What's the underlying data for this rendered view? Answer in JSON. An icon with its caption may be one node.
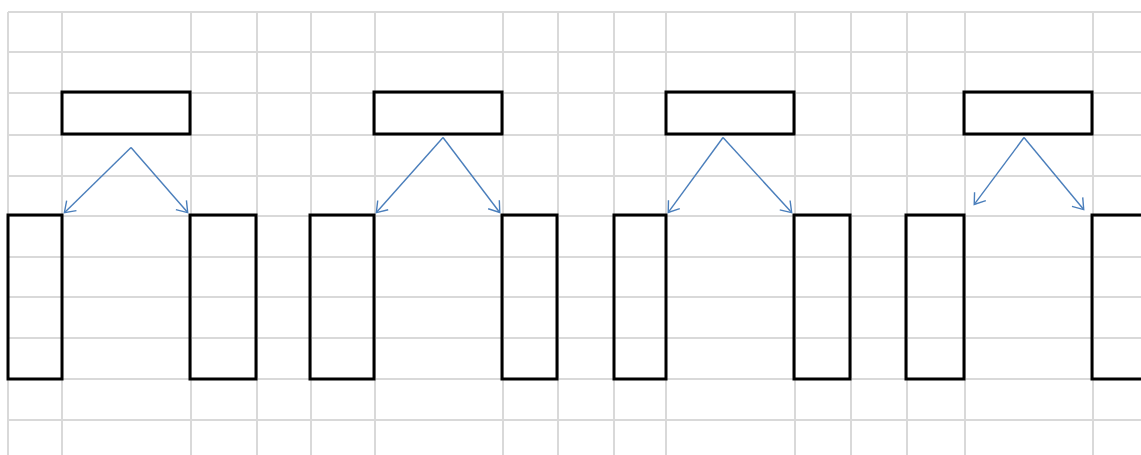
{
  "diagram": {
    "nodes": [
      {
        "text": [],
        "shape": "box"
      },
      {
        "text": [],
        "shape": "box"
      },
      {
        "text": [],
        "shape": "box"
      },
      {
        "text": [],
        "shape": "box"
      },
      {
        "text": [],
        "shape": "box"
      },
      {
        "text": [],
        "shape": "box"
      },
      {
        "text": [],
        "shape": "box"
      },
      {
        "text": [],
        "shape": "box"
      },
      {
        "text": [],
        "shape": "box"
      },
      {
        "text": [],
        "shape": "box"
      },
      {
        "text": [],
        "shape": "box"
      },
      {
        "text": [],
        "shape": "box"
      }
    ],
    "edges": [
      {
        "from": 0,
        "to": 4,
        "arrow": "to"
      },
      {
        "from": 0,
        "to": 5,
        "arrow": "to"
      },
      {
        "from": 1,
        "to": 6,
        "arrow": "to"
      },
      {
        "from": 1,
        "to": 7,
        "arrow": "to"
      },
      {
        "from": 2,
        "to": 8,
        "arrow": "to"
      },
      {
        "from": 2,
        "to": 9,
        "arrow": "to"
      },
      {
        "from": 3,
        "to": 10,
        "arrow": "to"
      },
      {
        "from": 3,
        "to": 11,
        "arrow": "to"
      }
    ]
  }
}
